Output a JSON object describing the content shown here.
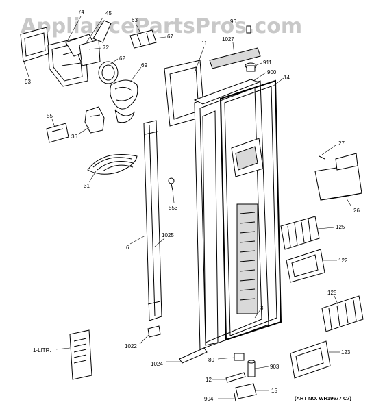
{
  "watermark": "AppliancePartsPros.com",
  "art_number": "(ART NO. WR19677 C7)",
  "callouts": [
    {
      "id": "c74",
      "text": "74"
    },
    {
      "id": "c45",
      "text": "45"
    },
    {
      "id": "c63",
      "text": "63"
    },
    {
      "id": "c67",
      "text": "67"
    },
    {
      "id": "c72",
      "text": "72"
    },
    {
      "id": "c62",
      "text": "62"
    },
    {
      "id": "c69",
      "text": "69"
    },
    {
      "id": "c93",
      "text": "93"
    },
    {
      "id": "c55",
      "text": "55"
    },
    {
      "id": "c36",
      "text": "36"
    },
    {
      "id": "c31",
      "text": "31"
    },
    {
      "id": "c11",
      "text": "11"
    },
    {
      "id": "c96",
      "text": "96"
    },
    {
      "id": "c1027",
      "text": "1027"
    },
    {
      "id": "c911",
      "text": "911"
    },
    {
      "id": "c900",
      "text": "900"
    },
    {
      "id": "c14",
      "text": "14"
    },
    {
      "id": "c27",
      "text": "27"
    },
    {
      "id": "c26",
      "text": "26"
    },
    {
      "id": "c553",
      "text": "553"
    },
    {
      "id": "c6",
      "text": "6"
    },
    {
      "id": "c1025",
      "text": "1025"
    },
    {
      "id": "c125a",
      "text": "125"
    },
    {
      "id": "c122",
      "text": "122"
    },
    {
      "id": "c125b",
      "text": "125"
    },
    {
      "id": "c3",
      "text": "3"
    },
    {
      "id": "c1022",
      "text": "1022"
    },
    {
      "id": "c1litr",
      "text": "1-LITR."
    },
    {
      "id": "c1024",
      "text": "1024"
    },
    {
      "id": "c80",
      "text": "80"
    },
    {
      "id": "c903",
      "text": "903"
    },
    {
      "id": "c12",
      "text": "12"
    },
    {
      "id": "c123",
      "text": "123"
    },
    {
      "id": "c15",
      "text": "15"
    },
    {
      "id": "c904",
      "text": "904"
    }
  ]
}
